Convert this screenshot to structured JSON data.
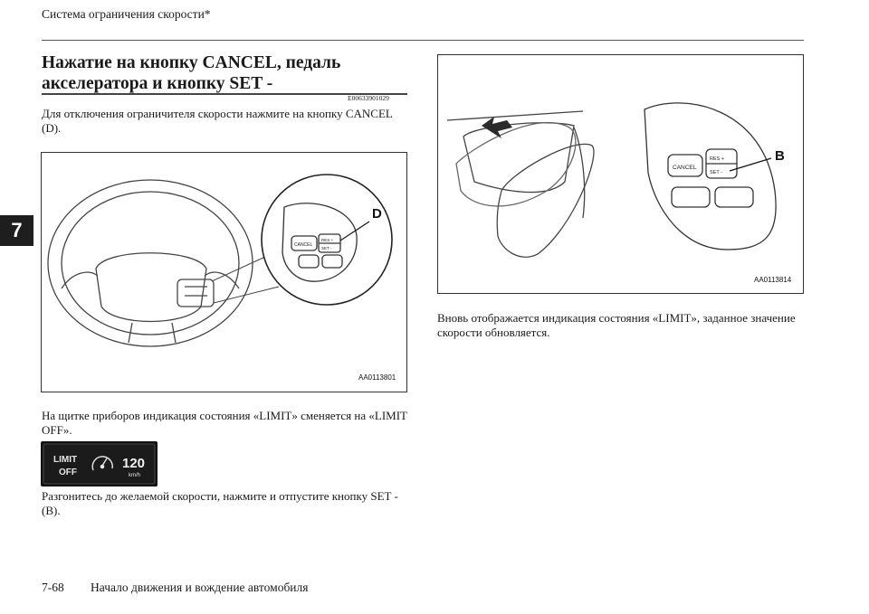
{
  "header": {
    "running_title": "Система ограничения скорости*"
  },
  "chapter_tab": "7",
  "section": {
    "heading": "Нажатие на кнопку CANCEL, педаль акселератора и кнопку SET -",
    "ref_code": "E00633901029"
  },
  "paragraphs": {
    "p1": "Для отключения ограничителя скорости нажмите на кнопку CANCEL (D).",
    "p2": "На щитке приборов индикация состояния «LIMIT» сменяется на «LIMIT OFF».",
    "p3": "Разгонитесь до желаемой скорости, нажмите и отпустите кнопку SET - (B).",
    "p4": "Вновь отображается индикация состояния «LIMIT», заданное значение скорости обновляется."
  },
  "figure_1": {
    "code": "AA0113801",
    "callout": "D",
    "cancel_label": "CANCEL",
    "res_label": "RES +",
    "set_label": "SET -"
  },
  "figure_2": {
    "code": "AA0113814",
    "callout": "B",
    "cancel_label": "CANCEL",
    "res_label": "RES +",
    "set_label": "SET -"
  },
  "display": {
    "limit_line1": "LIMIT",
    "limit_line2": "OFF",
    "speed": "120",
    "unit": "km/h"
  },
  "footer": {
    "page_number": "7-68",
    "title": "Начало движения и вождение автомобиля"
  }
}
